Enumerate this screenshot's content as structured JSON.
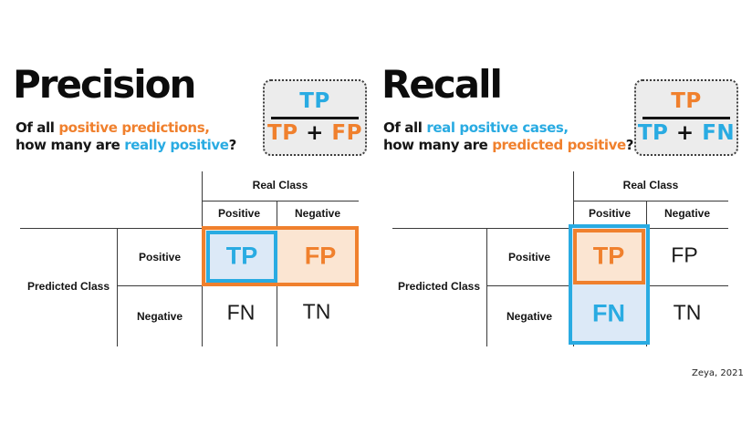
{
  "colors": {
    "blue": "#29ABE2",
    "orange": "#F0802D",
    "light_blue": "#DCE9F7",
    "light_orange": "#FBE5D2",
    "formula_box_bg": "#ECECEC",
    "table_line": "#3A3A3A",
    "text": "#111111"
  },
  "signature": "Zeya, 2021",
  "precision": {
    "title": "Precision",
    "desc": {
      "l1_pre": "Of all ",
      "l1_hl": "positive predictions,",
      "l2_pre": "how many are ",
      "l2_hl": "really positive",
      "l2_suf": "?"
    },
    "formula": {
      "num": "TP",
      "den_a": "TP",
      "plus": "+",
      "den_b": "FP"
    },
    "table": {
      "real_class": "Real Class",
      "predicted_class": "Predicted Class",
      "col_positive": "Positive",
      "col_negative": "Negative",
      "row_positive": "Positive",
      "row_negative": "Negative",
      "tp": "TP",
      "fp": "FP",
      "fn": "FN",
      "tn": "TN"
    }
  },
  "recall": {
    "title": "Recall",
    "desc": {
      "l1_pre": "Of all ",
      "l1_hl": "real positive cases,",
      "l2_pre": "how many are ",
      "l2_hl": "predicted positive",
      "l2_suf": "?"
    },
    "formula": {
      "num": "TP",
      "den_a": "TP",
      "plus": "+",
      "den_b": "FN"
    },
    "table": {
      "real_class": "Real Class",
      "predicted_class": "Predicted Class",
      "col_positive": "Positive",
      "col_negative": "Negative",
      "row_positive": "Positive",
      "row_negative": "Negative",
      "tp": "TP",
      "fp": "FP",
      "fn": "FN",
      "tn": "TN"
    }
  }
}
